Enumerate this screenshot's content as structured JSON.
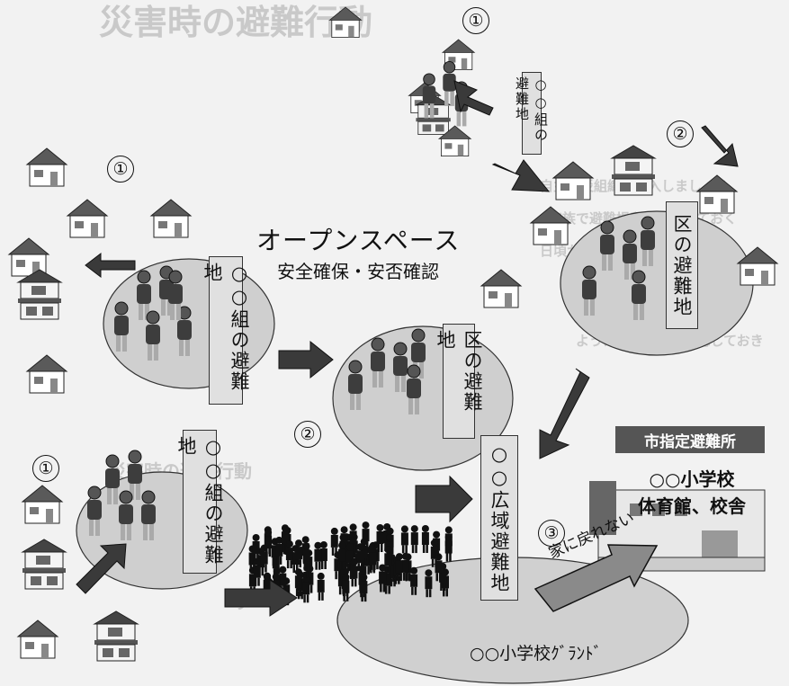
{
  "background_fragments": {
    "top": "災害時の避難行動",
    "middle_1": "自主防災組織に加入しましょう",
    "middle_2": "家族で避難場所を確認しておく",
    "middle_3": "日頃から避難経路を確認",
    "middle_4": "ように、日頃から確認しておき",
    "lower_1": "災害時の避難行動",
    "bottom_1": "ウ",
    "bottom_2": "ウ"
  },
  "open_space": {
    "title": "オープンスペース",
    "subtitle": "安全確保・安否確認"
  },
  "labels": {
    "group_top": "○○組の避難地",
    "group_left": "○○組の避難地",
    "group_bottom": "○○組の避難地",
    "ward_center": "区の避難地",
    "ward_right": "区の避難地",
    "wide_area": "○○広域避難地",
    "school_ground": "○○小学校ｸﾞﾗﾝﾄﾞ",
    "cannot_return": "家に戻れない"
  },
  "step_numbers": {
    "top": "①",
    "left": "①",
    "bottom_left": "①",
    "ward_right": "②",
    "ward_center": "②",
    "wide": "③"
  },
  "destination": {
    "tag": "市指定避難所",
    "line1": "○○小学校",
    "line2": "体育館、校舎"
  },
  "colors": {
    "ellipse_fill": "#cfcfcf",
    "arrow_fill": "#3a3a3a",
    "label_fill": "#e0e0e0",
    "tag_fill": "#555555"
  }
}
